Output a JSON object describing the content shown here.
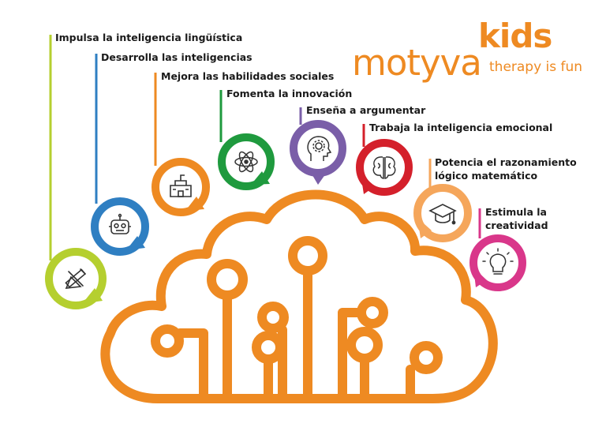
{
  "brand": {
    "kids": "kids",
    "name": "motyva",
    "tagline": "therapy is fun",
    "color": "#ee8a22"
  },
  "items": [
    {
      "id": "linguistic",
      "label_lines": [
        "Impulsa la inteligencia lingüística"
      ],
      "color": "#b5cf2f",
      "icon": "pencil-ruler-icon"
    },
    {
      "id": "intelligences",
      "label_lines": [
        "Desarrolla las inteligencias"
      ],
      "color": "#2f7fc2",
      "icon": "robot-icon"
    },
    {
      "id": "social",
      "label_lines": [
        "Mejora las habilidades sociales"
      ],
      "color": "#ee8a22",
      "icon": "school-building-icon"
    },
    {
      "id": "innovation",
      "label_lines": [
        "Fomenta la innovación"
      ],
      "color": "#1f9a3e",
      "icon": "atom-icon"
    },
    {
      "id": "argue",
      "label_lines": [
        "Enseña a argumentar"
      ],
      "color": "#7a5ea8",
      "icon": "head-gear-icon"
    },
    {
      "id": "emotional",
      "label_lines": [
        "Trabaja la inteligencia emocional"
      ],
      "color": "#d4202b",
      "icon": "brain-icon"
    },
    {
      "id": "logic",
      "label_lines": [
        "Potencia el razonamiento",
        "lógico matemático"
      ],
      "color": "#f5a65b",
      "icon": "graduation-cap-icon"
    },
    {
      "id": "creativity",
      "label_lines": [
        "Estimula la",
        "creatividad"
      ],
      "color": "#d9378a",
      "icon": "lightbulb-icon"
    }
  ],
  "cloud": {
    "color": "#ee8a22"
  }
}
